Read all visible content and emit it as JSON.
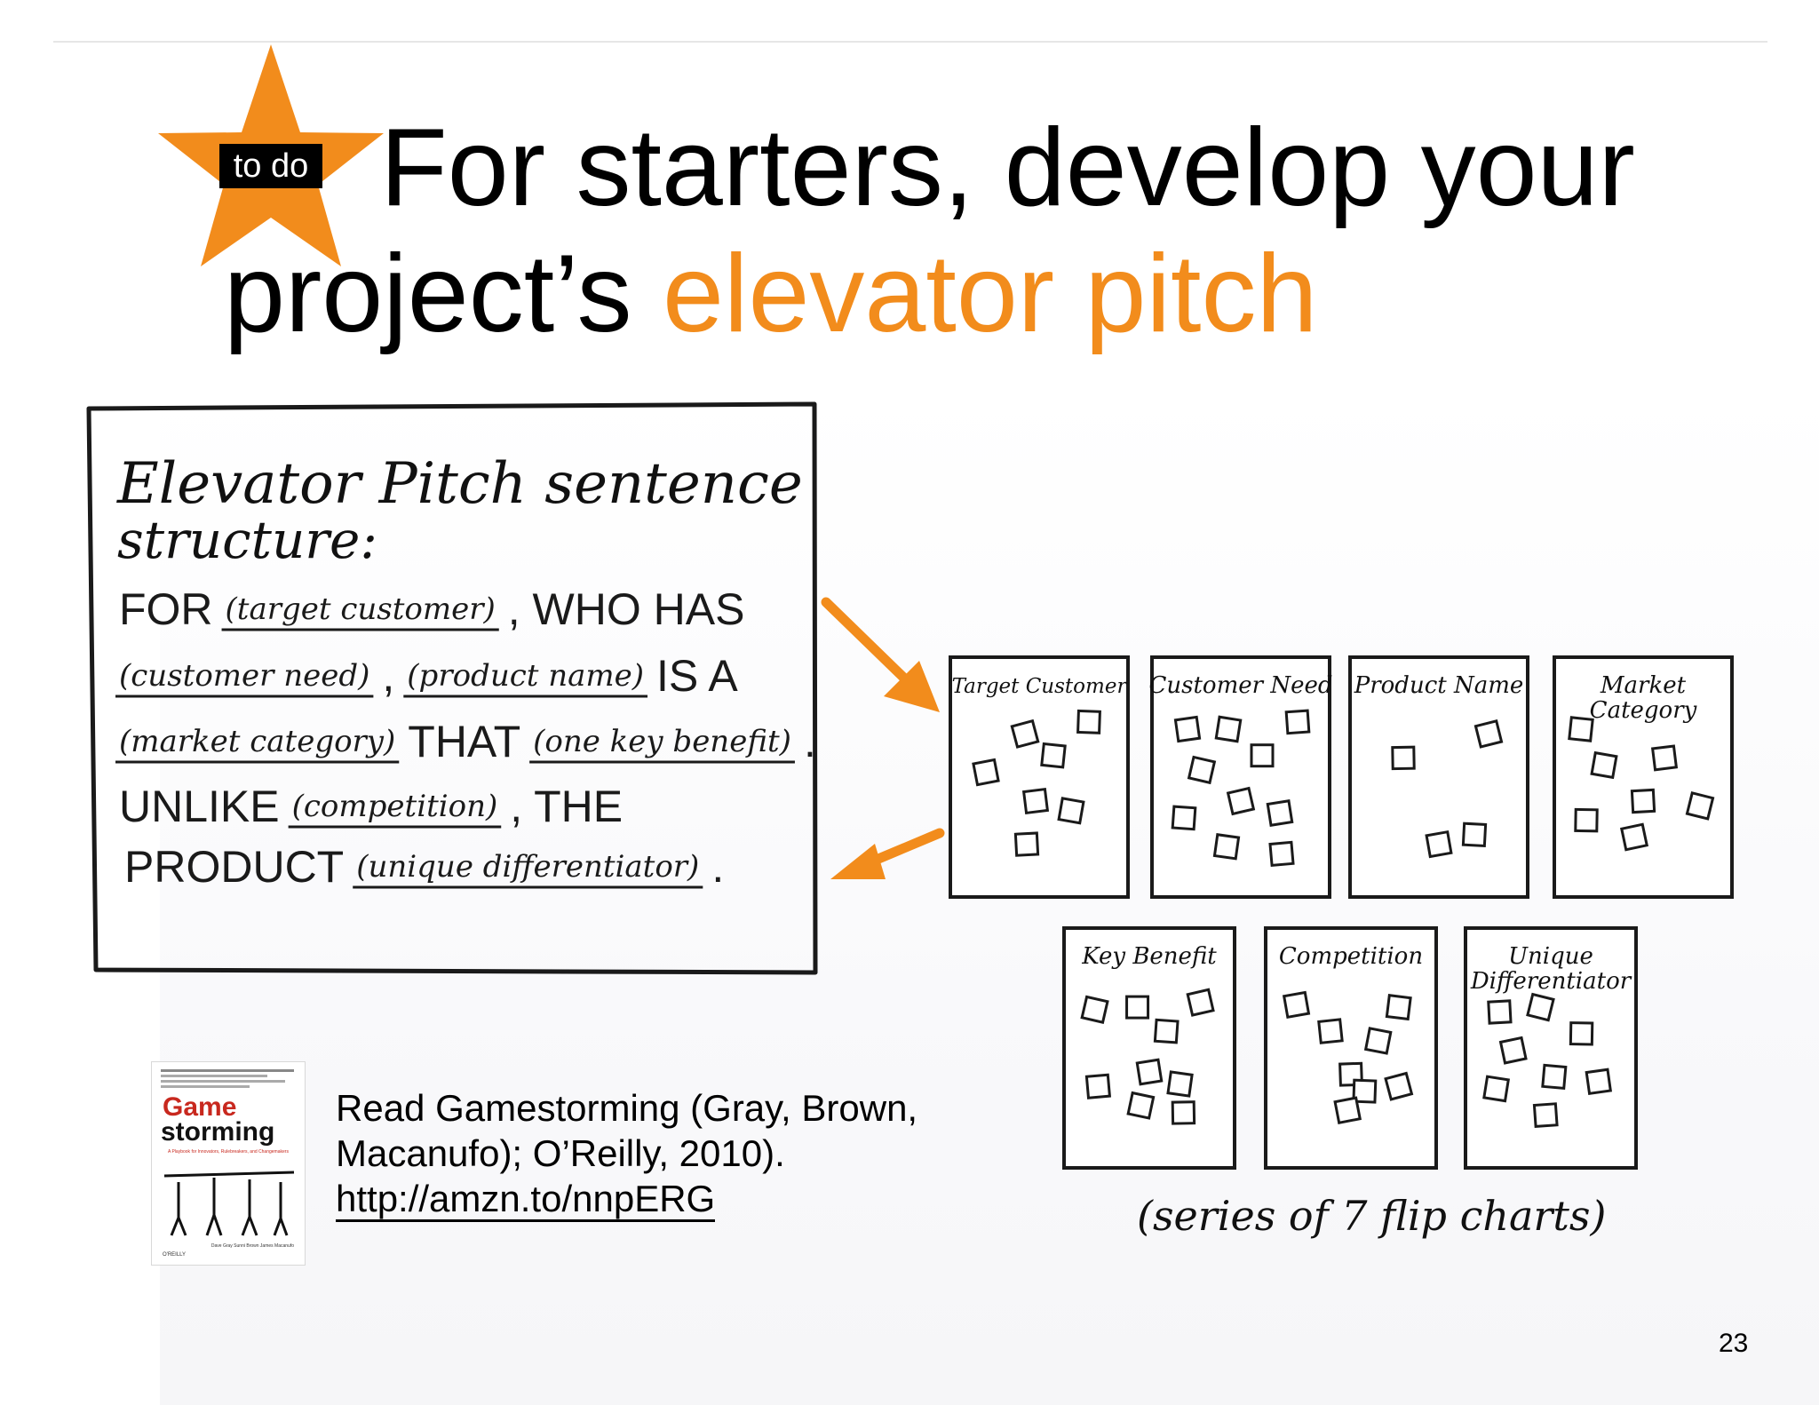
{
  "slide": {
    "badge": "to do",
    "title_line1": "For starters, develop your",
    "title_line2_plain": "project’s",
    "title_line2_accent": "elevator pitch",
    "page_number": "23"
  },
  "pitch_box": {
    "heading_1": "Elevator Pitch sentence",
    "heading_2": "structure:",
    "rows": [
      [
        {
          "t": "FOR",
          "k": "caps"
        },
        {
          "t": "(target customer)",
          "k": "blank"
        },
        {
          "t": ", WHO HAS",
          "k": "caps"
        }
      ],
      [
        {
          "t": "(customer need)",
          "k": "blank"
        },
        {
          "t": ",",
          "k": "caps"
        },
        {
          "t": "(product name)",
          "k": "blank"
        },
        {
          "t": "IS A",
          "k": "caps"
        }
      ],
      [
        {
          "t": "(market category)",
          "k": "blank"
        },
        {
          "t": "THAT",
          "k": "caps"
        },
        {
          "t": "(one key benefit)",
          "k": "blank"
        },
        {
          "t": ".",
          "k": "caps"
        }
      ],
      [
        {
          "t": "UNLIKE",
          "k": "caps"
        },
        {
          "t": "(competition)",
          "k": "blank"
        },
        {
          "t": ", THE",
          "k": "caps"
        }
      ],
      [
        {
          "t": "PRODUCT",
          "k": "caps"
        },
        {
          "t": "(unique differentiator)",
          "k": "blank"
        },
        {
          "t": ".",
          "k": "caps"
        }
      ]
    ]
  },
  "flip_charts": [
    {
      "label": "Target Customer"
    },
    {
      "label": "Customer Need"
    },
    {
      "label": "Product Name"
    },
    {
      "label": "Market Category"
    },
    {
      "label": "Key Benefit"
    },
    {
      "label": "Competition"
    },
    {
      "label": "Unique Differentiator"
    }
  ],
  "flip_caption": "(series of 7 flip charts)",
  "reference": {
    "line1": "Read Gamestorming (Gray, Brown,",
    "line2": "Macanufo); O’Reilly, 2010).",
    "link": "http://amzn.to/nnpERG"
  },
  "book_cover": {
    "title_top": "Game",
    "title_bottom": "storming",
    "subtitle": "A Playbook for Innovators, Rulebreakers, and Changemakers",
    "authors": "Dave Gray  Sunni Brown  James Macanufo",
    "publisher": "O'REILLY"
  },
  "colors": {
    "accent": "#f28c1c",
    "ink": "#000000"
  }
}
